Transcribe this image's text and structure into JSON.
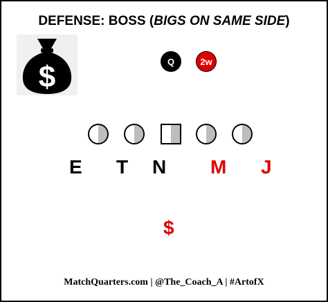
{
  "header": {
    "title_prefix": "DEFENSE: BOSS (",
    "title_emphasis": "BIGS ON SAME SIDE",
    "title_suffix": ")"
  },
  "logo": {
    "icon": "money-bag-icon",
    "symbol": "$"
  },
  "backfield": [
    {
      "label": "Q",
      "color": "#000000"
    },
    {
      "label": "2w",
      "color": "#e00000"
    }
  ],
  "offensive_line": [
    {
      "shape": "circle"
    },
    {
      "shape": "circle"
    },
    {
      "shape": "square"
    },
    {
      "shape": "circle"
    },
    {
      "shape": "circle"
    }
  ],
  "defenders": [
    {
      "label": "E",
      "color": "#000000"
    },
    {
      "label": "T",
      "color": "#000000"
    },
    {
      "label": "N",
      "color": "#000000"
    },
    {
      "label": "M",
      "color": "#e00000"
    },
    {
      "label": "J",
      "color": "#e00000"
    }
  ],
  "safety": {
    "label": "$",
    "color": "#e00000"
  },
  "footer": {
    "credit": "MatchQuarters.com | @The_Coach_A | #ArtofX"
  }
}
